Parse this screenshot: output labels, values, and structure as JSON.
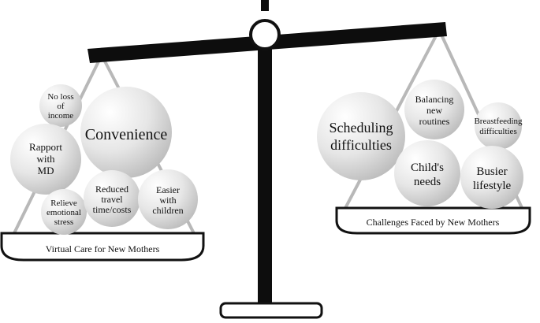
{
  "left_pan": {
    "label": "Virtual Care for New Mothers",
    "benefits": [
      {
        "id": "no-loss-of-income",
        "lines": [
          "No loss",
          "of",
          "income"
        ]
      },
      {
        "id": "convenience",
        "lines": [
          "Convenience"
        ]
      },
      {
        "id": "rapport-with-md",
        "lines": [
          "Rapport",
          "with",
          "MD"
        ]
      },
      {
        "id": "relieve-emotional-stress",
        "lines": [
          "Relieve",
          "emotional",
          "stress"
        ]
      },
      {
        "id": "reduced-travel-time-costs",
        "lines": [
          "Reduced",
          "travel",
          "time/costs"
        ]
      },
      {
        "id": "easier-with-children",
        "lines": [
          "Easier",
          "with",
          "children"
        ]
      }
    ]
  },
  "right_pan": {
    "label": "Challenges Faced by New Mothers",
    "challenges": [
      {
        "id": "scheduling-difficulties",
        "lines": [
          "Scheduling",
          "difficulties"
        ]
      },
      {
        "id": "balancing-new-routines",
        "lines": [
          "Balancing",
          "new",
          "routines"
        ]
      },
      {
        "id": "breastfeeding-difficulties",
        "lines": [
          "Breastfeeding",
          "difficulties"
        ]
      },
      {
        "id": "childs-needs",
        "lines": [
          "Child's",
          "needs"
        ]
      },
      {
        "id": "busier-lifestyle",
        "lines": [
          "Busier",
          "lifestyle"
        ]
      }
    ]
  }
}
